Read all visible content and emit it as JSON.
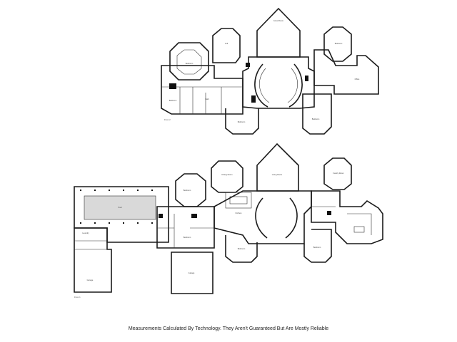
{
  "footer": {
    "note": "Measurements Calculated By Technology. They Aren't Guaranteed But Are Mostly Reliable"
  },
  "plan": {
    "upper_floor_label": "Floor 2",
    "lower_floor_label": "Floor 1",
    "rooms_upper": [
      "Great Room",
      "Bedroom",
      "Loft",
      "Bedroom",
      "Bedroom",
      "Bath",
      "Bedroom",
      "Bedroom",
      "Office"
    ],
    "rooms_lower": [
      "Living Room",
      "Dining Room",
      "Kitchen",
      "Bedroom",
      "Bedroom",
      "Pool",
      "Garage",
      "Garage",
      "Family Room",
      "Laundry",
      "Bedroom",
      "Bedroom"
    ]
  }
}
